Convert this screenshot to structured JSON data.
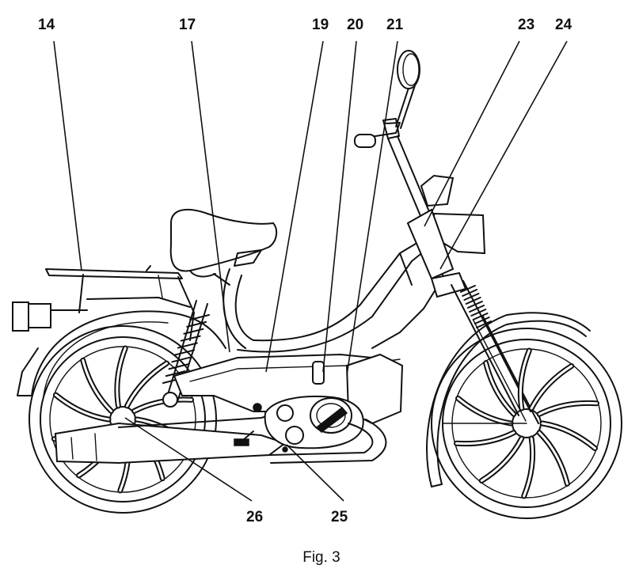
{
  "figure": {
    "caption": "Fig. 3",
    "labels": {
      "l14": "14",
      "l17": "17",
      "l19": "19",
      "l20": "20",
      "l21": "21",
      "l23": "23",
      "l24": "24",
      "l25": "25",
      "l26": "26"
    }
  },
  "colors": {
    "ink": "#111111",
    "paper": "#ffffff"
  }
}
